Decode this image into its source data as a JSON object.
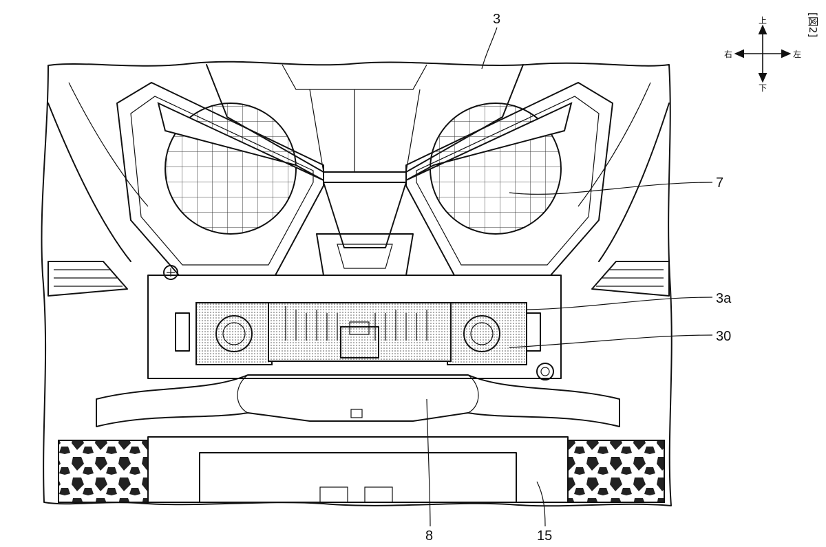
{
  "figure": {
    "title": "[図2]",
    "compass": {
      "up": "上",
      "down": "下",
      "left": "右",
      "right": "左"
    },
    "callouts": [
      {
        "id": "c3",
        "text": "3"
      },
      {
        "id": "c7",
        "text": "7"
      },
      {
        "id": "c3a",
        "text": "3a"
      },
      {
        "id": "c30",
        "text": "30"
      },
      {
        "id": "c8",
        "text": "8"
      },
      {
        "id": "c15",
        "text": "15"
      }
    ]
  }
}
